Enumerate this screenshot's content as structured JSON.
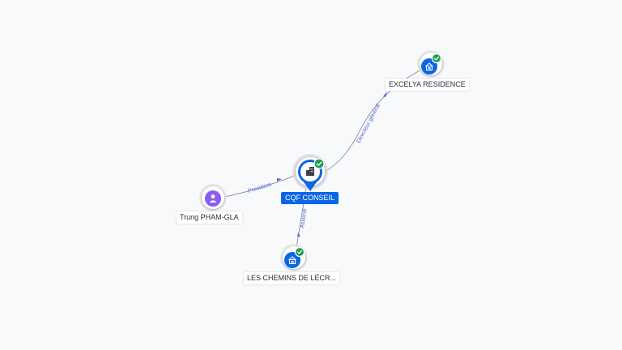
{
  "colors": {
    "company": "#0a66e4",
    "person": "#8a5cf0",
    "verified": "#1f9d55",
    "edge_label": "#4d6bd9",
    "edge_line": "#7a7f89"
  },
  "nodes": {
    "cqf": {
      "label": "CQF CONSEIL",
      "icon": "building-icon",
      "verified": true
    },
    "excelya": {
      "label": "EXCELYA RESIDENCE",
      "icon": "house-icon",
      "verified": true
    },
    "trung": {
      "label": "Trung PHAM-GLA",
      "icon": "person-icon",
      "verified": false
    },
    "chemins": {
      "label": "LES CHEMINS DE LÉCR...",
      "icon": "house-icon",
      "verified": true
    }
  },
  "edges": {
    "directeur": {
      "label": "Directeur général"
    },
    "president": {
      "label": "Président"
    },
    "associe": {
      "label": "Associé"
    }
  }
}
